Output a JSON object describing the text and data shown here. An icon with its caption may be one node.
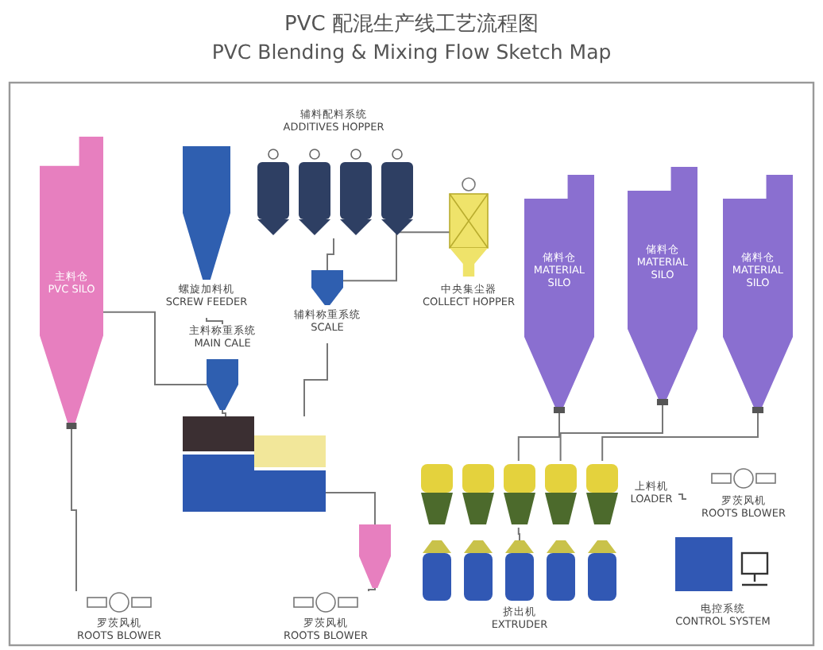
{
  "diagram": {
    "title": "PVC 配混生产线工艺流程图",
    "nodes": [
      {
        "text": [
          "主料仓",
          "PVC SILO"
        ]
      },
      {
        "text": [
          "螺旋加料机",
          "SCREW FEEDER"
        ]
      },
      {
        "text": [
          "辅料配料系统",
          "ADDITIVES HOPPER"
        ]
      },
      {
        "text": [
          "辅料称重系统",
          "SCALE"
        ]
      },
      {
        "text": [
          "主料称重系统",
          "MAIN CALE"
        ]
      },
      {
        "text": [
          "中央集尘器",
          "COLLECT HOPPER"
        ]
      },
      {
        "text": [
          "储料仓",
          "MATERIAL SILO"
        ]
      },
      {
        "text": [
          "储料仓",
          "MATERIAL SILO"
        ]
      },
      {
        "text": [
          "储料仓",
          "MATERIAL SILO"
        ]
      },
      {
        "text": [],
        "shape": "box"
      },
      {
        "text": [
          "上料机",
          "LOADER"
        ]
      },
      {
        "text": [
          "罗茨风机",
          "ROOTS BLOWER"
        ]
      },
      {
        "text": [
          "挤出机",
          "EXTRUDER"
        ]
      },
      {
        "text": [
          "电控系统",
          "CONTROL SYSTEM"
        ]
      },
      {
        "text": [
          "罗茨风机",
          "ROOTS BLOWER"
        ]
      },
      {
        "text": [
          "罗茨风机",
          "ROOTS BLOWER"
        ]
      },
      {
        "text": [],
        "shape": "box"
      }
    ],
    "edges": [
      {
        "from": 0,
        "to": 4,
        "arrow": "none"
      },
      {
        "from": 1,
        "to": 4,
        "arrow": "none"
      },
      {
        "from": 2,
        "to": 3,
        "arrow": "none"
      },
      {
        "from": 3,
        "to": 9,
        "arrow": "none"
      },
      {
        "from": 4,
        "to": 9,
        "arrow": "none"
      },
      {
        "from": 9,
        "to": 16,
        "arrow": "none"
      },
      {
        "from": 6,
        "to": 10,
        "arrow": "none"
      },
      {
        "from": 7,
        "to": 10,
        "arrow": "none"
      },
      {
        "from": 8,
        "to": 10,
        "arrow": "none"
      },
      {
        "from": 10,
        "to": 12,
        "arrow": "none"
      },
      {
        "from": 11,
        "to": 10,
        "arrow": "none"
      },
      {
        "from": 16,
        "to": 14,
        "arrow": "none"
      },
      {
        "from": 15,
        "to": 0,
        "arrow": "none"
      },
      {
        "from": 3,
        "to": 5,
        "arrow": "none"
      }
    ],
    "labels": [
      "PVC Blending & Mixing Flow Sketch Map"
    ]
  }
}
